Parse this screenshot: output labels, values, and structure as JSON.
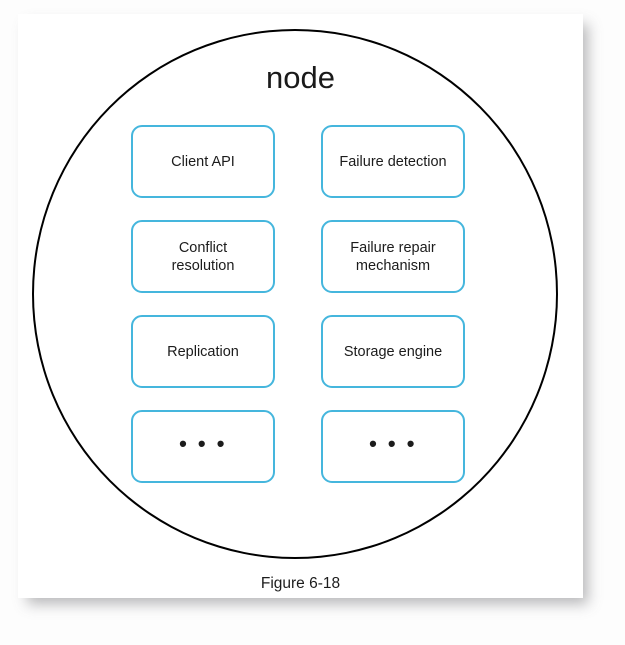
{
  "figure": {
    "node_title": "node",
    "caption": "Figure 6-18",
    "circle_stroke_color": "#000000",
    "box_border_color": "#45b6dd",
    "box_fill_color": "#ffffff",
    "text_color": "#1c1c1c",
    "card_background": "#ffffff",
    "page_background": "#fdfdfd"
  },
  "components": {
    "left_column": [
      {
        "id": "client-api",
        "label": "Client API",
        "is_ellipsis": false
      },
      {
        "id": "conflict-resolution",
        "label": "Conflict\nresolution",
        "is_ellipsis": false
      },
      {
        "id": "replication",
        "label": "Replication",
        "is_ellipsis": false
      },
      {
        "id": "left-more",
        "label": "• • •",
        "is_ellipsis": true
      }
    ],
    "right_column": [
      {
        "id": "failure-detection",
        "label": "Failure detection",
        "is_ellipsis": false
      },
      {
        "id": "failure-repair-mechanism",
        "label": "Failure repair\nmechanism",
        "is_ellipsis": false
      },
      {
        "id": "storage-engine",
        "label": "Storage engine",
        "is_ellipsis": false
      },
      {
        "id": "right-more",
        "label": "• • •",
        "is_ellipsis": true
      }
    ]
  }
}
